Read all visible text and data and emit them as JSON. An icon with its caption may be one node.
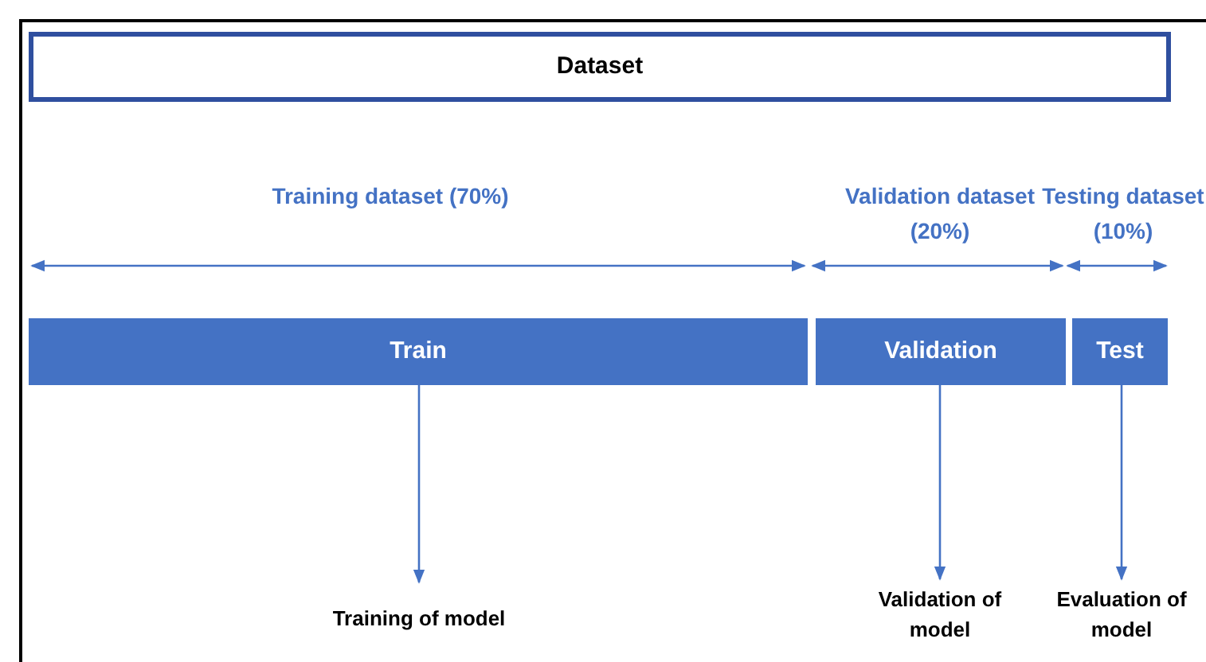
{
  "diagram": {
    "nodes": [
      {
        "text": [
          "Dataset"
        ]
      },
      {
        "text": [
          "Train"
        ]
      },
      {
        "text": [
          "Validation"
        ]
      },
      {
        "text": [
          "Test"
        ]
      },
      {
        "text": [
          "Training of model"
        ]
      },
      {
        "text": [
          "Validation of model"
        ]
      },
      {
        "text": [
          "Evaluation of model"
        ]
      }
    ],
    "edges": [
      {
        "from": 1,
        "to": 4,
        "arrow": "to"
      },
      {
        "from": 2,
        "to": 5,
        "arrow": "to"
      },
      {
        "from": 3,
        "to": 6,
        "arrow": "to"
      }
    ],
    "labels": [
      "Training dataset (70%)",
      "Validation dataset (20%)",
      "Testing dataset (10%)"
    ]
  }
}
